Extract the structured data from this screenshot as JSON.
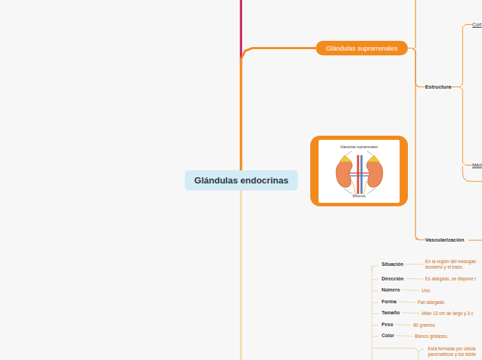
{
  "diagram": {
    "title": "Glándulas endocrinas",
    "nodes": [
      {
        "text": [
          "Glándulas endocrinas"
        ]
      },
      {
        "text": [
          "Glándulas suprarrenales"
        ]
      },
      {
        "text": [
          "Estructura"
        ]
      },
      {
        "text": [
          "Cort"
        ]
      },
      {
        "text": [
          "Méd"
        ]
      },
      {
        "text": [
          "Vascularización"
        ]
      },
      {
        "text": [
          "Glándulas suprarrenales",
          "Riñones"
        ]
      },
      {
        "text": [
          "Situación"
        ]
      },
      {
        "text": [
          "En la región del mesogas duodeno y el bazo."
        ]
      },
      {
        "text": [
          "Dirección"
        ]
      },
      {
        "text": [
          "Es alargado, se dispone t"
        ]
      },
      {
        "text": [
          "Número"
        ]
      },
      {
        "text": [
          "Uno"
        ]
      },
      {
        "text": [
          "Forma"
        ]
      },
      {
        "text": [
          "Pan alargado"
        ]
      },
      {
        "text": [
          "Tamaño"
        ]
      },
      {
        "text": [
          "Mide 13 cm de largo y 3 c"
        ]
      },
      {
        "text": [
          "Peso"
        ]
      },
      {
        "text": [
          "80 gramos."
        ]
      },
      {
        "text": [
          "Color"
        ]
      },
      {
        "text": [
          "Blanco grisáceo."
        ]
      },
      {
        "text": [
          "Está formada por célula pancreáticos y los islote"
        ]
      }
    ],
    "edges": [
      {
        "from": 0,
        "to": 1,
        "arrow": "none"
      },
      {
        "from": 1,
        "to": 2,
        "arrow": "none"
      },
      {
        "from": 1,
        "to": 5,
        "arrow": "none"
      },
      {
        "from": 2,
        "to": 3,
        "arrow": "none"
      },
      {
        "from": 2,
        "to": 4,
        "arrow": "none"
      },
      {
        "from": 7,
        "to": 8,
        "arrow": "none"
      },
      {
        "from": 9,
        "to": 10,
        "arrow": "none"
      },
      {
        "from": 11,
        "to": 12,
        "arrow": "none"
      },
      {
        "from": 13,
        "to": 14,
        "arrow": "none"
      },
      {
        "from": 15,
        "to": 16,
        "arrow": "none"
      },
      {
        "from": 17,
        "to": 18,
        "arrow": "none"
      },
      {
        "from": 19,
        "to": 20,
        "arrow": "none"
      }
    ]
  }
}
